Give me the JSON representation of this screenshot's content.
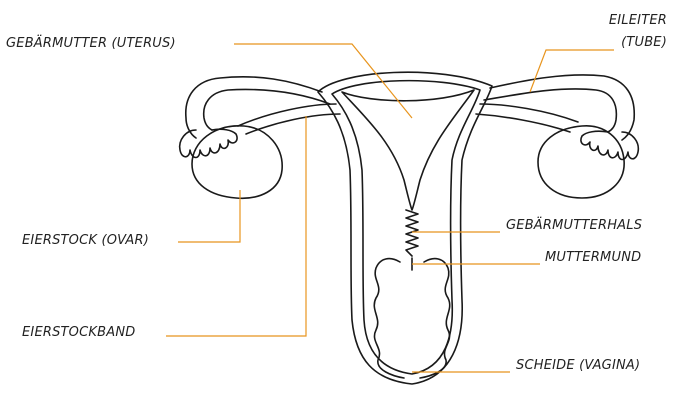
{
  "labels": {
    "uterus": "GEBÄRMUTTER (UTERUS)",
    "tube_line1": "EILEITER",
    "tube_line2": "(TUBE)",
    "ovary": "EIERSTOCK (OVAR)",
    "cervix": "GEBÄRMUTTERHALS",
    "os": "MUTTERMUND",
    "ligament": "EIERSTOCKBAND",
    "vagina": "SCHEIDE (VAGINA)"
  },
  "colors": {
    "outline": "#1a1a1a",
    "leader": "#e8951f",
    "text": "#222222"
  }
}
